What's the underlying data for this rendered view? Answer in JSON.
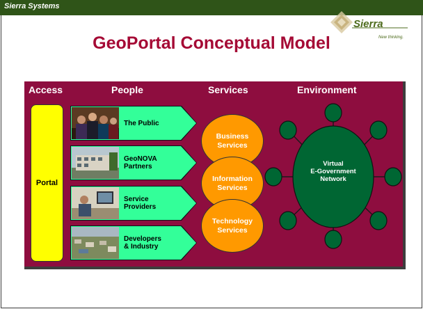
{
  "header": {
    "company": "Sierra Systems"
  },
  "logo": {
    "name": "Sierra",
    "tagline": "New thinking."
  },
  "title": "GeoPortal Conceptual Model",
  "columns": {
    "access": "Access",
    "people": "People",
    "services": "Services",
    "environment": "Environment"
  },
  "access": {
    "portal": "Portal"
  },
  "people": [
    {
      "label": "The Public"
    },
    {
      "label": "GeoNOVA\nPartners"
    },
    {
      "label": "Service\nProviders"
    },
    {
      "label": "Developers\n& Industry"
    }
  ],
  "services": [
    {
      "label": "Business\nServices"
    },
    {
      "label": "Information\nServices"
    },
    {
      "label": "Technology\nServices"
    }
  ],
  "environment": {
    "network": "Virtual\nE-Government\nNetwork"
  },
  "colors": {
    "title": "#a50a35",
    "panel": "#8e0d3f",
    "portal": "#ffff00",
    "people": "#33ff99",
    "services": "#ff9900",
    "network": "#006633",
    "header_bar": "#2f5418"
  }
}
